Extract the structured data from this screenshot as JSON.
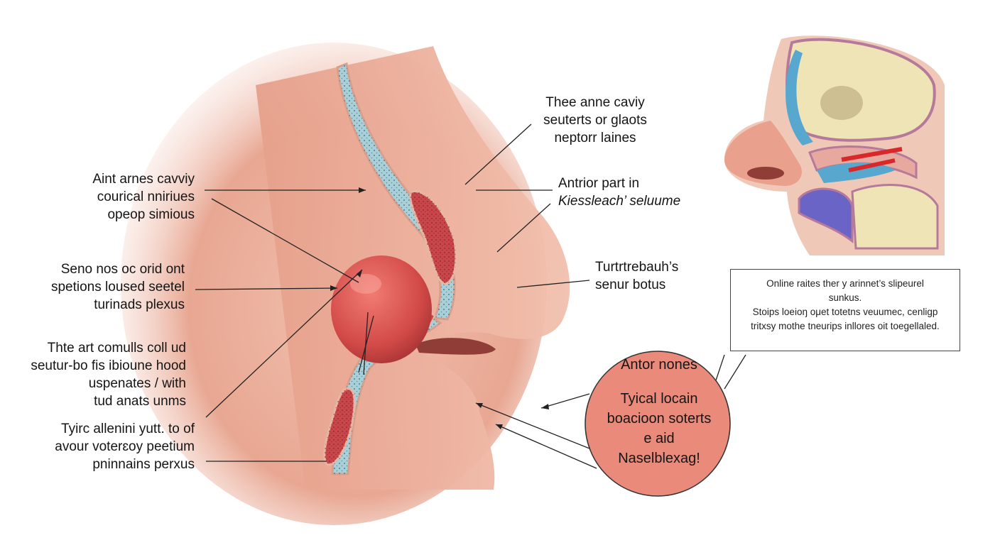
{
  "labels": {
    "top_right": [
      "Thee anne caviy",
      "seuterts or glaots",
      "neptorr laines"
    ],
    "antior_part": [
      "Antrior part in",
      "Kiesslеach’ seluume"
    ],
    "left_1": [
      "Aint arnes cavviy",
      "courical nniriues",
      "opeop simious"
    ],
    "left_2": [
      "Seno nos oc orid ont",
      "spetions loused seetel",
      "turinads plexus"
    ],
    "left_3": [
      "Thte art comulls coll ud",
      "seutur-bo fis ibioune hood",
      "uspenates / with",
      "tud anats unms"
    ],
    "left_4": [
      "Tyirc allenini yutt. to of",
      "avour voterɛoy peetium",
      "pninnains perxus"
    ],
    "right_mid": [
      "Turtrtrebauh’s",
      "senur botus"
    ]
  },
  "info_box": {
    "lines": [
      "Online raites ther y arinnet’s slipeurel",
      "sunkus.",
      "Stoips loeioŋ oμet totetns veuumec, cenligp",
      "tritxsy mothe tneurips inllores oit toegellaled."
    ]
  },
  "circle_callout": {
    "lines": [
      "Antor nones",
      "Tyical locain",
      "boacioon soterts",
      "e aid",
      "Naselblexag!"
    ]
  },
  "colors": {
    "skin": "#e9a894",
    "skin_shadow": "#d9826f",
    "septum_blue": "#9fc8d2",
    "mucosa_red": "#c9464b",
    "lesion": "#d94f4f",
    "callout_circle": "#e98a7a",
    "bone": "#f1e6bf"
  }
}
